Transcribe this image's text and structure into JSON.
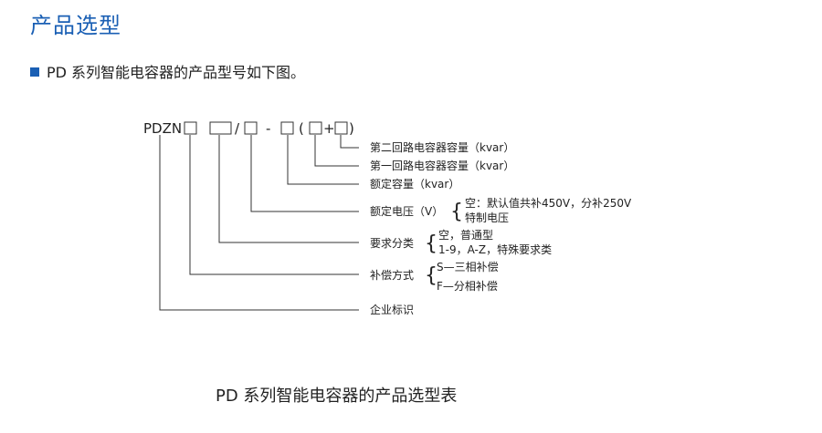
{
  "heading": "产品选型",
  "intro": "PD 系列智能电容器的产品型号如下图。",
  "model": {
    "prefix": "PDZN",
    "slash": "/",
    "dash": "-",
    "open_paren": "(",
    "plus": "+",
    "close_paren": ")"
  },
  "labels": {
    "second_circuit": "第二回路电容器容量（kvar）",
    "first_circuit": "第一回路电容器容量（kvar）",
    "rated_capacity": "额定容量（kvar）",
    "rated_voltage": "额定电压（V）",
    "rated_voltage_opt1": "空：默认值共补450V，分补250V",
    "rated_voltage_opt2": "特制电压",
    "requirement": "要求分类",
    "requirement_opt1": "空，普通型",
    "requirement_opt2": "1-9，A-Z，特殊要求类",
    "compensation": "补偿方式",
    "compensation_opt1": "S—三相补偿",
    "compensation_opt2": "F—分相补偿",
    "enterprise": "企业标识"
  },
  "caption": "PD 系列智能电容器的产品选型表"
}
